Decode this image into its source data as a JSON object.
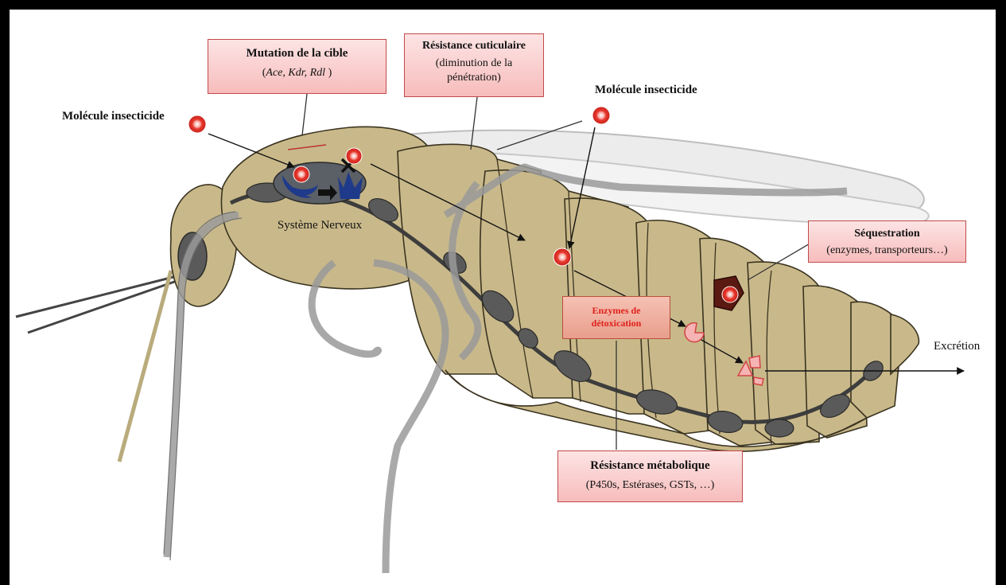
{
  "labels": {
    "molecule_left": "Molécule insecticide",
    "molecule_right": "Molécule insecticide",
    "nervous_system": "Système  Nerveux",
    "excretion": "Excrétion"
  },
  "boxes": {
    "mutation": {
      "title": "Mutation de la cible",
      "p1": "(",
      "ace": "Ace,",
      "kdr": "Kdr,",
      "rdl": "Rdl",
      "p2": ")"
    },
    "cuticular": {
      "title": "Résistance cuticulaire",
      "line1": "(diminution de la",
      "line2": "pénétration)"
    },
    "sequestration": {
      "title": "Séquestration",
      "subtitle": "(enzymes, transporteurs…)"
    },
    "detox": {
      "line1": "Enzymes de",
      "line2": "détoxication"
    },
    "metabolic": {
      "title": "Résistance métabolique",
      "subtitle": "(P450s, Estérases,  GSTs, …)"
    }
  },
  "colors": {
    "background": "#000000",
    "panel": "#ffffff",
    "body": "#c9b98a",
    "body_outline": "#3a3320",
    "nerve_cord": "#4d4d4d",
    "legs": "#a6a6a6",
    "molecule": "#e8382f",
    "box_fill": "#f9cccc",
    "box_border": "#c24a4a",
    "receptor": "#1f3a8a"
  }
}
